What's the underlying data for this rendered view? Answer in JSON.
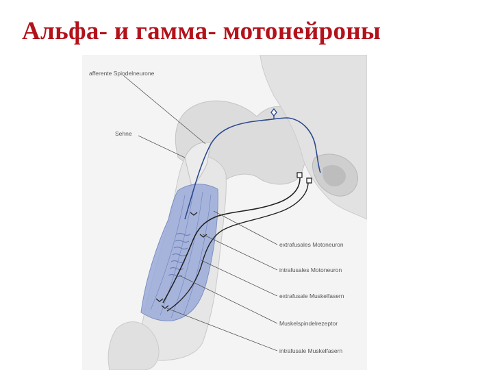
{
  "slide": {
    "title": "Альфа- и гамма- мотонейроны"
  },
  "diagram": {
    "labels": {
      "afferent": "afferente Spindelneurone",
      "tendon": "Sehne",
      "extrafusal_motoneuron": "extrafusales Motoneuron",
      "intrafusal_motoneuron": "intrafusales Motoneuron",
      "extrafusal_fibers": "extrafusale Muskelfasern",
      "spindle_receptor": "Muskelspindelrezeptor",
      "intrafusal_fibers": "intrafusale Muskelfasern"
    },
    "colors": {
      "title": "#b3121b",
      "afferent_nerve": "#2c4a8e",
      "motor_nerve": "#222222",
      "muscle": "#9aaad8",
      "anatomy": "#d2d2d2"
    }
  }
}
